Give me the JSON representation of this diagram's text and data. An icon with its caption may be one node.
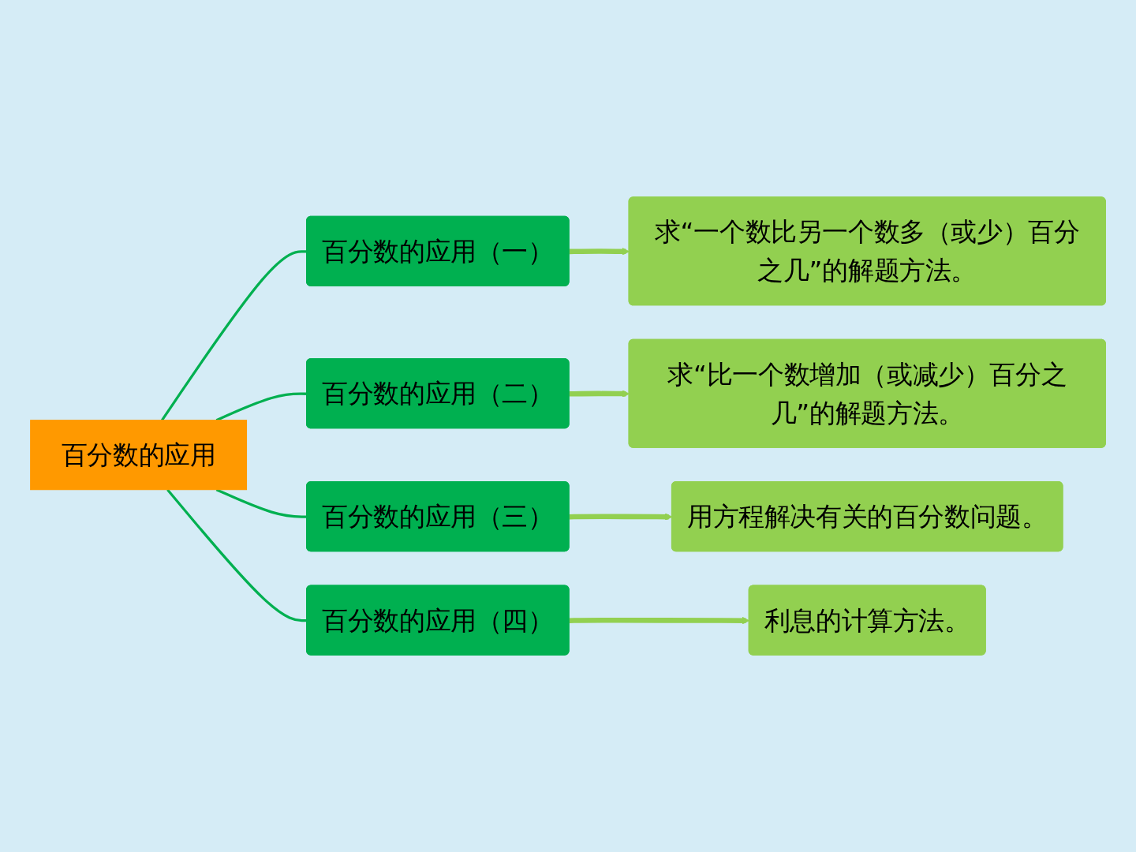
{
  "diagram": {
    "nodes": [
      {
        "text": [
          "百分数的应用"
        ]
      },
      {
        "text": [
          "百分数的应用（一）"
        ]
      },
      {
        "text": [
          "百分数的应用（二）"
        ]
      },
      {
        "text": [
          "百分数的应用（三）"
        ]
      },
      {
        "text": [
          "百分数的应用（四）"
        ]
      },
      {
        "text": [
          "求“一个数比另一个数多（或少）百分之几”的解题方法。"
        ]
      },
      {
        "text": [
          "求“比一个数增加（或减少）百分之几”的解题方法。"
        ]
      },
      {
        "text": [
          "用方程解决有关的百分数问题。"
        ]
      },
      {
        "text": [
          "利息的计算方法。"
        ]
      }
    ],
    "edges": [
      {
        "from": 0,
        "to": 1,
        "arrow": "none",
        "color": "#00b050"
      },
      {
        "from": 0,
        "to": 2,
        "arrow": "none",
        "color": "#00b050"
      },
      {
        "from": 0,
        "to": 3,
        "arrow": "none",
        "color": "#00b050"
      },
      {
        "from": 0,
        "to": 4,
        "arrow": "none",
        "color": "#00b050"
      },
      {
        "from": 1,
        "to": 5,
        "arrow": "to",
        "style": "thick",
        "color": "#92d050"
      },
      {
        "from": 2,
        "to": 6,
        "arrow": "to",
        "style": "thick",
        "color": "#92d050"
      },
      {
        "from": 3,
        "to": 7,
        "arrow": "to",
        "style": "thick",
        "color": "#92d050"
      },
      {
        "from": 4,
        "to": 8,
        "arrow": "to",
        "style": "thick",
        "color": "#92d050"
      }
    ]
  }
}
